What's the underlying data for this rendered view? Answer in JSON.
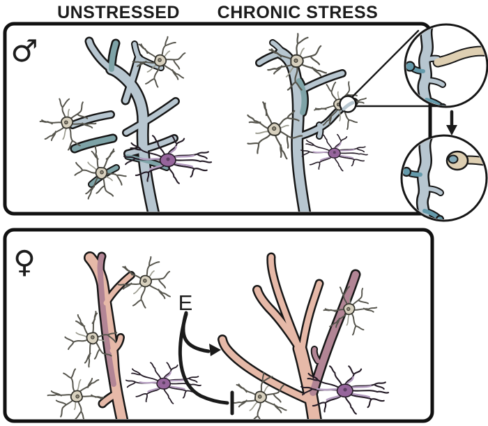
{
  "header": {
    "unstressed_label": "UNSTRESSED",
    "chronic_stress_label": "CHRONIC STRESS"
  },
  "male_panel": {
    "symbol": "♂",
    "contents": {
      "unstressed": [
        "dendrite-with-spines",
        "microglia-cells",
        "astrocyte"
      ],
      "chronic_stress": [
        "retracted-dendrite",
        "microglia-cells",
        "astrocyte",
        "magnifier-callout"
      ]
    }
  },
  "insets": {
    "before": "dendrite-spines-contacted-by-microglial-process",
    "after": "dendrite-spine-engulfed-by-microglial-process"
  },
  "female_panel": {
    "symbol": "♀",
    "estrogen_label": "E",
    "contents": {
      "unstressed": [
        "dendrite",
        "microglia-cells",
        "astrocyte"
      ],
      "chronic_stress": [
        "branched-dendrite",
        "microglia-cells",
        "astrocyte"
      ]
    }
  },
  "colors": {
    "background": "#ffffff",
    "text": "#1c1c1c",
    "panel_border": "#111111",
    "outline": "#161616",
    "arrow": "#1a1a1a",
    "male_dendrite": "#b7c6d0",
    "male_dendrite_accent": "#7ea3a7",
    "spine": "#649aab",
    "engulfed_spine": "#82a9b8",
    "microglia_body": "#d8d1bf",
    "microglia_process": "#55544c",
    "microglia_process_light": "#9a9a8e",
    "microglia_terminal": "#decfb2",
    "astrocyte_body": "#96659c",
    "astrocyte_process": "#241b26",
    "astrocyte_process_light": "#b49cc0",
    "female_dendrite": "#e6b9a8",
    "female_dendrite_accent": "#b28595"
  }
}
